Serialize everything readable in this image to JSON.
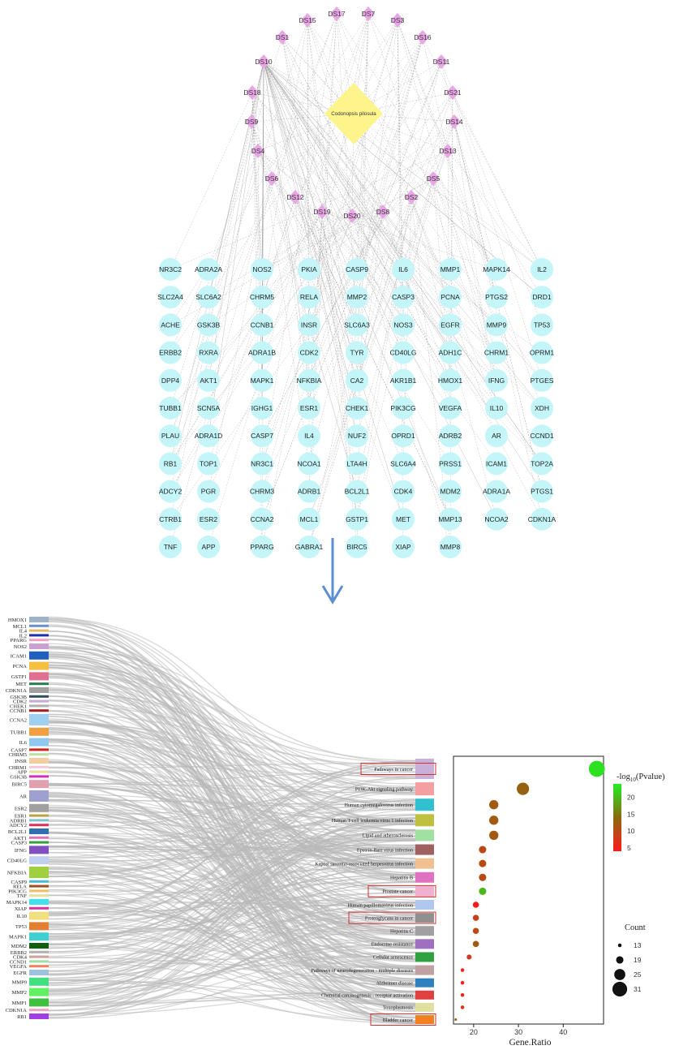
{
  "network": {
    "center_label": "Codonopsis pilosula",
    "compounds": [
      "DS15",
      "DS17",
      "DS7",
      "DS3",
      "DS1",
      "DS16",
      "DS10",
      "DS11",
      "DS18",
      "DS21",
      "DS9",
      "DS14",
      "DS4",
      "DS13",
      "DS6",
      "DS5",
      "DS12",
      "DS2",
      "DS19",
      "DS20",
      "DS8"
    ],
    "target_rows": [
      [
        "NR3C2",
        "ADRA2A",
        "NOS2",
        "PKIA",
        "CASP9",
        "IL6",
        "MMP1",
        "MAPK14",
        "IL2"
      ],
      [
        "SLC2A4",
        "SLC6A2",
        "CHRM5",
        "RELA",
        "MMP2",
        "CASP3",
        "PCNA",
        "PTGS2",
        "DRD1"
      ],
      [
        "ACHE",
        "GSK3B",
        "CCNB1",
        "INSR",
        "SLC6A3",
        "NOS3",
        "EGFR",
        "MMP9",
        "TP53"
      ],
      [
        "ERBB2",
        "RXRA",
        "ADRA1B",
        "CDK2",
        "TYR",
        "CD40LG",
        "ADH1C",
        "CHRM1",
        "OPRM1"
      ],
      [
        "DPP4",
        "AKT1",
        "MAPK1",
        "NFKBIA",
        "CA2",
        "AKR1B1",
        "HMOX1",
        "IFNG",
        "PTGES"
      ],
      [
        "TUBB1",
        "SCN5A",
        "IGHG1",
        "ESR1",
        "CHEK1",
        "PIK3CG",
        "VEGFA",
        "IL10",
        "XDH"
      ],
      [
        "PLAU",
        "ADRA1D",
        "CASP7",
        "IL4",
        "NUF2",
        "OPRD1",
        "ADRB2",
        "AR",
        "CCND1"
      ],
      [
        "RB1",
        "TOP1",
        "NR3C1",
        "NCOA1",
        "LTA4H",
        "SLC6A4",
        "PRSS1",
        "ICAM1",
        "TOP2A"
      ],
      [
        "ADCY2",
        "PGR",
        "CHRM3",
        "ADRB1",
        "BCL2L1",
        "CDK4",
        "MDM2",
        "ADRA1A",
        "PTGS1"
      ],
      [
        "CTRB1",
        "ESR2",
        "CCNA2",
        "MCL1",
        "GSTP1",
        "MET",
        "MMP13",
        "NCOA2",
        "CDKN1A"
      ],
      [
        "TNF",
        "APP",
        "PPARG",
        "GABRA1",
        "BIRC5",
        "XIAP",
        "MMP8"
      ]
    ],
    "colors": {
      "compound": "#e9a6e6",
      "center": "#fdf58c",
      "target": "#c4f5f8",
      "edge": "#9a9a9a"
    }
  },
  "sankey": {
    "genes": [
      {
        "label": "HMOX1",
        "color": "#9fb3c8"
      },
      {
        "label": "MCL1",
        "color": "#6a8fd0"
      },
      {
        "label": "IL4",
        "color": "#e8b66a"
      },
      {
        "label": "IL2",
        "color": "#1d2fa8"
      },
      {
        "label": "PPARG",
        "color": "#f0a0c8"
      },
      {
        "label": "NOS2",
        "color": "#caa0d0"
      },
      {
        "label": "ICAM1",
        "color": "#2060c0"
      },
      {
        "label": "PCNA",
        "color": "#f3c040"
      },
      {
        "label": "GSTP1",
        "color": "#e07090"
      },
      {
        "label": "MET",
        "color": "#208050"
      },
      {
        "label": "CDKN1A",
        "color": "#a0a0a0"
      },
      {
        "label": "GSK3B",
        "color": "#30505a"
      },
      {
        "label": "CDK2",
        "color": "#c8a8d8"
      },
      {
        "label": "CHEK1",
        "color": "#b0b0b0"
      },
      {
        "label": "CCNB1",
        "color": "#a02020"
      },
      {
        "label": "CCNA2",
        "color": "#a0d0f0"
      },
      {
        "label": "TUBB1",
        "color": "#f0a040"
      },
      {
        "label": "IL6",
        "color": "#90c8f0"
      },
      {
        "label": "CASP7",
        "color": "#d02020"
      },
      {
        "label": "CHRM5",
        "color": "#c0e0a0"
      },
      {
        "label": "INSR",
        "color": "#f0d0a0"
      },
      {
        "label": "CHRM1",
        "color": "#f4c8d8"
      },
      {
        "label": "APP",
        "color": "#e0e0a0"
      },
      {
        "label": "GSK3B",
        "color": "#d030c0"
      },
      {
        "label": "BIRC5",
        "color": "#e0a0b0"
      },
      {
        "label": "AR",
        "color": "#a0a0d0"
      },
      {
        "label": "ESR2",
        "color": "#a0a0a0"
      },
      {
        "label": "ESR1",
        "color": "#c0a040"
      },
      {
        "label": "ADRB1",
        "color": "#80c0d0"
      },
      {
        "label": "ADCY2",
        "color": "#e03060"
      },
      {
        "label": "BCL2L1",
        "color": "#3070b0"
      },
      {
        "label": "AKT1",
        "color": "#e070c0"
      },
      {
        "label": "CASP3",
        "color": "#30a040"
      },
      {
        "label": "IFNG",
        "color": "#8050c0"
      },
      {
        "label": "CD40LG",
        "color": "#c0d0f0"
      },
      {
        "label": "NFKBIA",
        "color": "#a0d040"
      },
      {
        "label": "CASP9",
        "color": "#40c0d0"
      },
      {
        "label": "RELA",
        "color": "#a05020"
      },
      {
        "label": "PIK3CG",
        "color": "#f0c060"
      },
      {
        "label": "TNF",
        "color": "#e0e0a0"
      },
      {
        "label": "MAPK14",
        "color": "#40e0f0"
      },
      {
        "label": "XIAP",
        "color": "#e030a0"
      },
      {
        "label": "IL10",
        "color": "#f0e080"
      },
      {
        "label": "TP53",
        "color": "#e08030"
      },
      {
        "label": "MAPK1",
        "color": "#40d0d0"
      },
      {
        "label": "MDM2",
        "color": "#106010"
      },
      {
        "label": "ERBB2",
        "color": "#b0b0b0"
      },
      {
        "label": "CDK4",
        "color": "#d0a0a0"
      },
      {
        "label": "CCND1",
        "color": "#a0e0a0"
      },
      {
        "label": "VEGFA",
        "color": "#f08060"
      },
      {
        "label": "EGFR",
        "color": "#a0c0e0"
      },
      {
        "label": "MMP9",
        "color": "#40e080"
      },
      {
        "label": "MMP2",
        "color": "#60f060"
      },
      {
        "label": "MMP1",
        "color": "#40c040"
      },
      {
        "label": "CDKN1A",
        "color": "#f0a0c0"
      },
      {
        "label": "RB1",
        "color": "#a040e0"
      }
    ],
    "pathways": [
      {
        "label": "Pathways in cancer",
        "color": "#c8b0d8",
        "boxed": true
      },
      {
        "label": "PI3K-Akt signaling pathway",
        "color": "#f4a0a0",
        "boxed": false
      },
      {
        "label": "Human cytomegalovirus infection",
        "color": "#30c0d0",
        "boxed": false
      },
      {
        "label": "Human T-cell leukemia virus 1 infection",
        "color": "#c0c040",
        "boxed": false
      },
      {
        "label": "Lipid and atherosclerosis",
        "color": "#a0e0a0",
        "boxed": false
      },
      {
        "label": "Epstein-Barr virus infection",
        "color": "#a06060",
        "boxed": false
      },
      {
        "label": "Kaposi sarcoma-associated herpesvirus infection",
        "color": "#f0c090",
        "boxed": false
      },
      {
        "label": "Hepatitis B",
        "color": "#e070c0",
        "boxed": false
      },
      {
        "label": "Prostate cancer",
        "color": "#f0b0d0",
        "boxed": true
      },
      {
        "label": "Human papillomavirus infection",
        "color": "#b0c8f0",
        "boxed": false
      },
      {
        "label": "Proteoglycans in cancer",
        "color": "#909090",
        "boxed": true
      },
      {
        "label": "Hepatitis C",
        "color": "#a0a0a0",
        "boxed": false
      },
      {
        "label": "Endocrine resistance",
        "color": "#a070c0",
        "boxed": false
      },
      {
        "label": "Cellular senescence",
        "color": "#30a040",
        "boxed": false
      },
      {
        "label": "Pathways of neurodegeneration - multiple diseases",
        "color": "#c0a0a0",
        "boxed": false
      },
      {
        "label": "Alzheimer disease",
        "color": "#3080c0",
        "boxed": false
      },
      {
        "label": "Chemical carcinogenesis - receptor activation",
        "color": "#e04040",
        "boxed": false
      },
      {
        "label": "Toxoplasmosis",
        "color": "#e0e0a0",
        "boxed": false
      },
      {
        "label": "Bladder cancer",
        "color": "#f08020",
        "boxed": true
      }
    ]
  },
  "chart_data": {
    "type": "scatter",
    "xlabel": "Gene.Ratio",
    "x_ticks": [
      20,
      30,
      40
    ],
    "xlim": [
      15.5,
      49
    ],
    "categories": [
      "Pathways in cancer",
      "PI3K-Akt signaling pathway",
      "Human cytomegalovirus infection",
      "Human T-cell leukemia virus 1 infection",
      "Lipid and atherosclerosis",
      "Epstein-Barr virus infection",
      "Kaposi sarcoma-associated herpesvirus infection",
      "Hepatitis B",
      "Prostate cancer",
      "Human papillomavirus infection",
      "Proteoglycans in cancer",
      "Hepatitis C",
      "Endocrine resistance",
      "Cellular senescence",
      "Pathways of neurodegeneration - multiple diseases",
      "Alzheimer disease",
      "Chemical carcinogenesis - receptor activation",
      "Toxoplasmosis",
      "Bladder cancer"
    ],
    "points": [
      {
        "x": 47.5,
        "pval": 23,
        "count": 33
      },
      {
        "x": 31,
        "pval": 13,
        "count": 27
      },
      {
        "x": 24.5,
        "pval": 12,
        "count": 22
      },
      {
        "x": 24.5,
        "pval": 12,
        "count": 22
      },
      {
        "x": 24.5,
        "pval": 12,
        "count": 22
      },
      {
        "x": 22,
        "pval": 10,
        "count": 19
      },
      {
        "x": 22,
        "pval": 10,
        "count": 19
      },
      {
        "x": 22,
        "pval": 10,
        "count": 19
      },
      {
        "x": 22,
        "pval": 20,
        "count": 19
      },
      {
        "x": 20.5,
        "pval": 4,
        "count": 17
      },
      {
        "x": 20.5,
        "pval": 9,
        "count": 17
      },
      {
        "x": 20.5,
        "pval": 10,
        "count": 17
      },
      {
        "x": 20.5,
        "pval": 12,
        "count": 17
      },
      {
        "x": 19,
        "pval": 8,
        "count": 15
      },
      {
        "x": 17.5,
        "pval": 5,
        "count": 13
      },
      {
        "x": 17.5,
        "pval": 5,
        "count": 13
      },
      {
        "x": 17.5,
        "pval": 6,
        "count": 13
      },
      {
        "x": 17.5,
        "pval": 7,
        "count": 13
      },
      {
        "x": 16,
        "pval": 12,
        "count": 11
      }
    ],
    "colorbar": {
      "title": "-log",
      "title_sub": "10",
      "title_tail": "(Pvalue)",
      "ticks": [
        5,
        10,
        15,
        20
      ],
      "range": [
        4,
        24
      ],
      "low_color": "#ff1a1a",
      "mid_color": "#8a6a10",
      "high_color": "#22ee22"
    },
    "size_legend": {
      "title": "Count",
      "values": [
        13,
        19,
        25,
        31
      ]
    }
  }
}
